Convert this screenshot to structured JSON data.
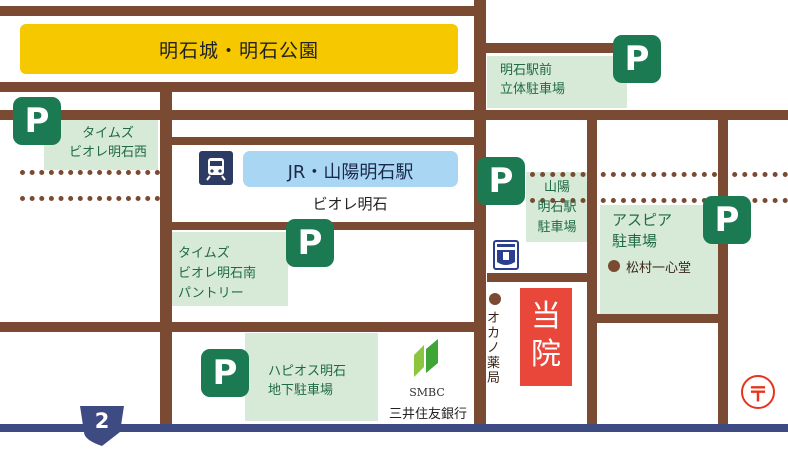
{
  "castle_park_label": "明石城・明石公園",
  "station": {
    "label": "JR・山陽明石駅",
    "mall": "ビオレ明石"
  },
  "parkings": [
    {
      "mark": "P",
      "lines": [
        "明石駅前",
        "立体駐車場"
      ]
    },
    {
      "mark": "P",
      "lines": [
        "タイムズ",
        "ビオレ明石西"
      ]
    },
    {
      "mark": "P",
      "lines": [
        "山陽",
        "明石駅",
        "駐車場"
      ]
    },
    {
      "mark": "P",
      "lines": [
        "アスピア",
        "駐車場"
      ]
    },
    {
      "mark": "P",
      "lines": [
        "タイムズ",
        "ビオレ明石南",
        "パントリー"
      ]
    },
    {
      "mark": "P",
      "lines": [
        "ハピオス明石",
        "地下駐車場"
      ]
    }
  ],
  "landmarks": {
    "matsumura": "松村一心堂",
    "pharmacy": "オカノ薬局",
    "bank_logo": "SMBC",
    "bank_name": "三井住友銀行",
    "clinic": "当院",
    "route_number": "2",
    "post_office": "〒"
  },
  "colors": {
    "road": "#7a4a33",
    "parking_green": "#1b7a52",
    "area_green": "#d7ead8",
    "castle_yellow": "#f5c800",
    "station_blue": "#a9d6f3",
    "clinic_red": "#e8473a",
    "route_navy": "#3e4a82",
    "post_red": "#e8341c"
  }
}
